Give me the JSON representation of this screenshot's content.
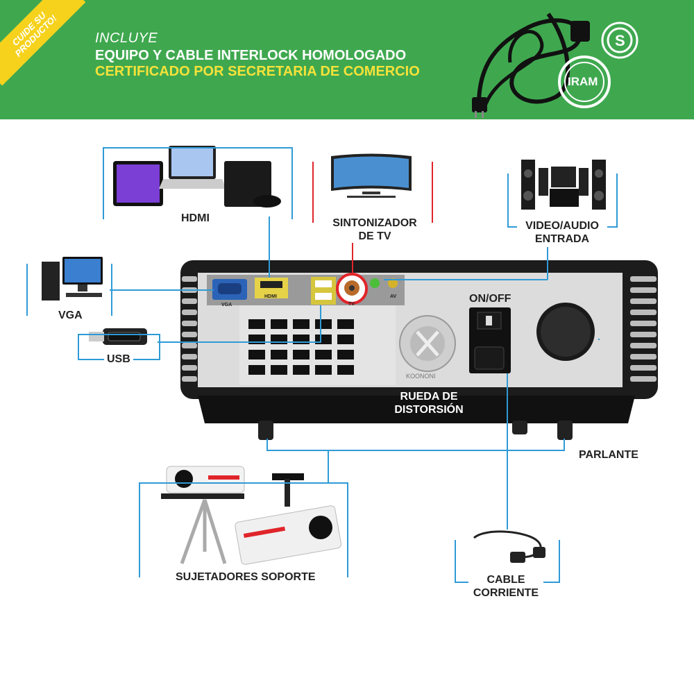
{
  "banner": {
    "ribbon_line1": "CUIDE SU",
    "ribbon_line2": "PRODUCTO!",
    "includes": "INCLUYE",
    "line1": "EQUIPO Y CABLE INTERLOCK HOMOLOGADO",
    "line2": "CERTIFICADO POR SECRETARIA DE COMERCIO",
    "seal_text": "IRAM"
  },
  "labels": {
    "hdmi": "HDMI",
    "tuner_line1": "SINTONIZADOR",
    "tuner_line2": "DE TV",
    "av_line1": "VIDEO/AUDIO",
    "av_line2": "ENTRADA",
    "vga": "VGA",
    "usb": "USB",
    "onoff": "ON/OFF",
    "wheel_line1": "RUEDA DE",
    "wheel_line2": "DISTORSIÓN",
    "speaker": "PARLANTE",
    "mounts": "SUJETADORES SOPORTE",
    "cable_line1": "CABLE",
    "cable_line2": "CORRIENTE"
  },
  "ports": {
    "vga": "VGA",
    "hdmi": "HDMI",
    "tv": "TV",
    "av": "AV"
  },
  "brand": "KOONONI",
  "colors": {
    "banner": "#3fa84f",
    "ribbon": "#f6d21d",
    "line2": "#f6e23a",
    "callout": "#2e9ad6",
    "tuner": "#e0252a"
  }
}
